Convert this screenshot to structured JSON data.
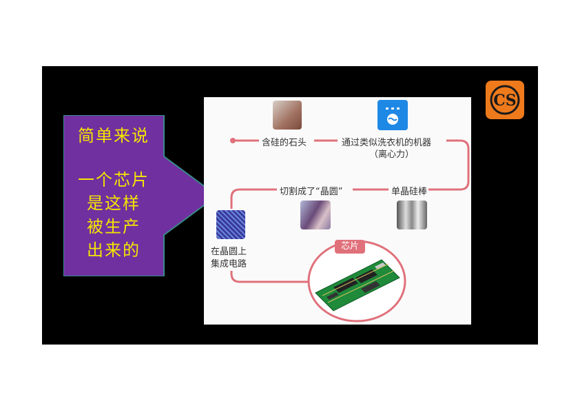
{
  "left_text": {
    "line1": "简单来说",
    "line2": "一个芯片",
    "line3": "是这样",
    "line4": "被生产",
    "line5": "出来的"
  },
  "logo": {
    "text": "CS",
    "icon": "cs-logo-icon",
    "color": "#ee7a1c"
  },
  "colors": {
    "arrow_fill": "#7030a0",
    "arrow_text": "#f5e600",
    "flow_line": "#e0707a",
    "chip_tag": "#e0707a"
  },
  "steps": {
    "stone": "含硅的石头",
    "machine_line1": "通过类似洗衣机的机器",
    "machine_line2": "（离心力）",
    "ingot": "单晶硅棒",
    "wafer_cut": "切割成了“晶圆”",
    "circuit_line1": "在晶圆上",
    "circuit_line2": "集成电路",
    "chip_tag": "芯片"
  }
}
